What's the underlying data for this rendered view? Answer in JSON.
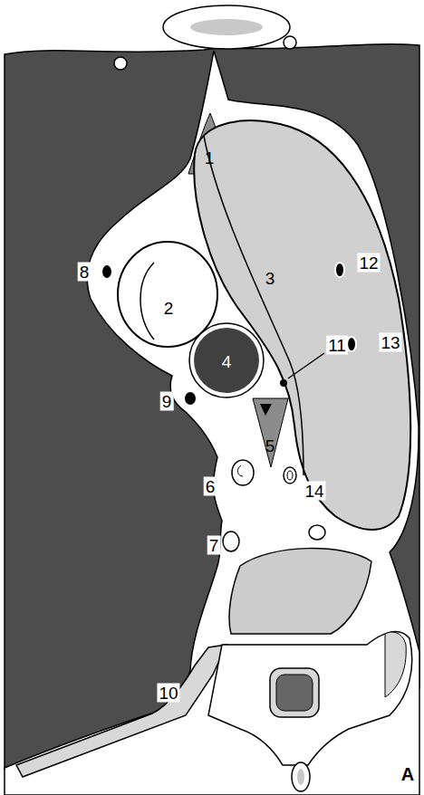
{
  "diagram": {
    "labels": [
      "1",
      "2",
      "3",
      "4",
      "5",
      "6",
      "7",
      "8",
      "9",
      "10",
      "11",
      "12",
      "13",
      "14",
      "A"
    ]
  }
}
